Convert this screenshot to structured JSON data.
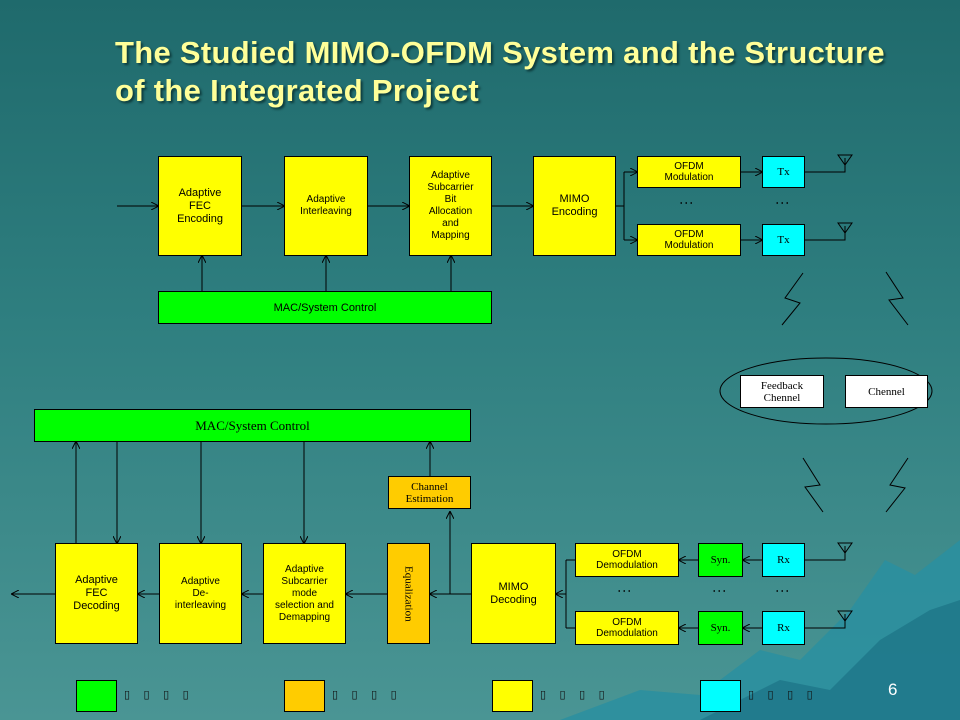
{
  "title": "The Studied MIMO-OFDM System and the Structure of the Integrated Project",
  "transmitter": {
    "fec": "Adaptive\nFEC\nEncoding",
    "interleaving": "Adaptive\nInterleaving",
    "subcarrier": "Adaptive\nSubcarrier\nBit\nAllocation\nand\nMapping",
    "mimo": "MIMO\nEncoding",
    "ofdm_mod_1": "OFDM\nModulation",
    "ofdm_mod_2": "OFDM\nModulation",
    "tx_1": "Tx",
    "tx_2": "Tx",
    "mac": "MAC/System Control"
  },
  "channel": {
    "feedback": "Feedback\nChennel",
    "chennel": "Chennel"
  },
  "receiver": {
    "mac": "MAC/System Control",
    "channel_estimation": "Channel\nEstimation",
    "fec": "Adaptive\nFEC\nDecoding",
    "deinterleaving": "Adaptive\nDe-\ninterleaving",
    "subcarrier": "Adaptive\nSubcarrier\nmode\nselection and\nDemapping",
    "equalization": "Equalization",
    "mimo": "MIMO\nDecoding",
    "ofdm_demod_1": "OFDM\nDemodulation",
    "ofdm_demod_2": "OFDM\nDemodulation",
    "syn_1": "Syn.",
    "syn_2": "Syn.",
    "rx_1": "Rx",
    "rx_2": "Rx"
  },
  "legend": [
    {
      "color": "#00ff00",
      "label": "▯ ▯ ▯ ▯"
    },
    {
      "color": "#ffcc00",
      "label": "▯ ▯ ▯ ▯"
    },
    {
      "color": "#ffff00",
      "label": "▯ ▯ ▯ ▯"
    },
    {
      "color": "#00ffff",
      "label": "▯ ▯ ▯ ▯"
    }
  ],
  "page_number": "6",
  "colors": {
    "background": "#2f7f80",
    "title": "#ffff99",
    "yellow_block": "#ffff00",
    "green_block": "#00ff00",
    "orange_block": "#ffcc00",
    "cyan_block": "#00ffff"
  }
}
